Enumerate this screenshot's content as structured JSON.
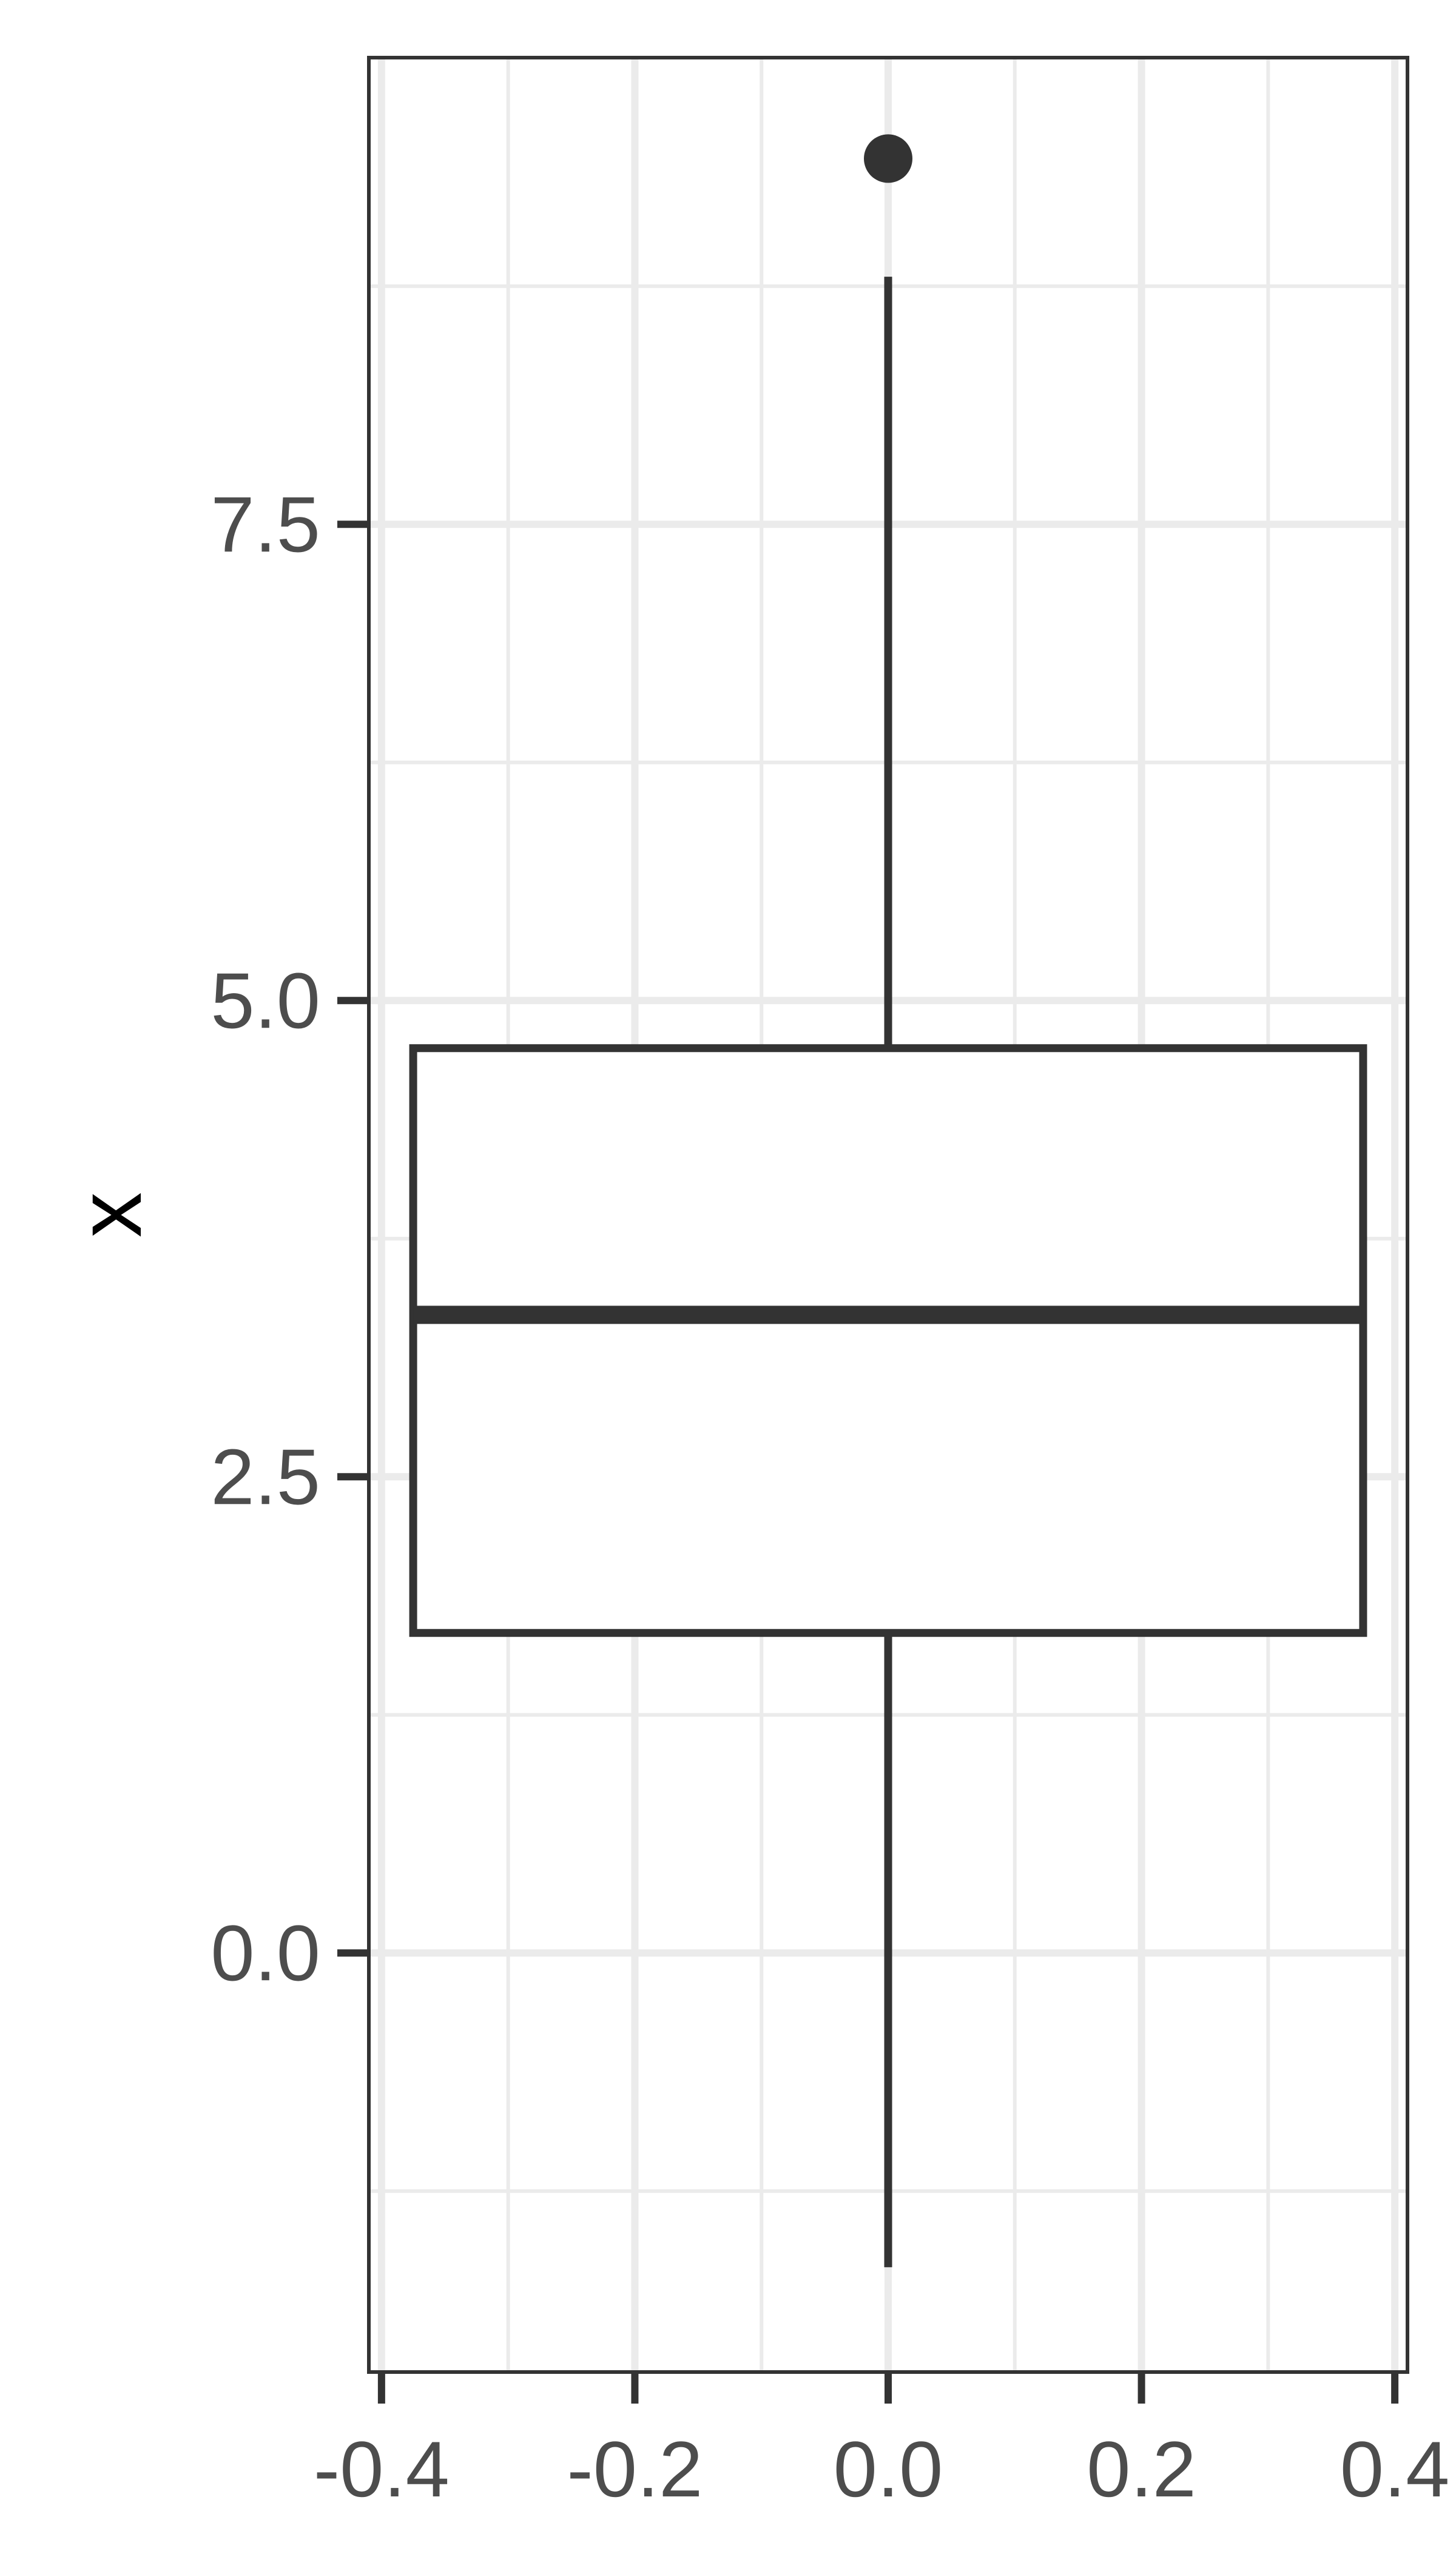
{
  "chart_data": {
    "type": "boxplot",
    "title": "",
    "xlabel": "",
    "ylabel": "x",
    "xlim": [
      -0.41,
      0.41
    ],
    "ylim": [
      -2.2,
      9.95
    ],
    "x_ticks": [
      -0.4,
      -0.2,
      0.0,
      0.2,
      0.4
    ],
    "x_tick_labels": [
      "-0.4",
      "-0.2",
      "0.0",
      "0.2",
      "0.4"
    ],
    "x_minor_ticks": [
      -0.3,
      -0.1,
      0.1,
      0.3
    ],
    "y_ticks": [
      0.0,
      2.5,
      5.0,
      7.5
    ],
    "y_tick_labels": [
      "0.0",
      "2.5",
      "5.0",
      "7.5"
    ],
    "y_minor_ticks": [
      -1.25,
      1.25,
      3.75,
      6.25,
      8.75
    ],
    "grid": true,
    "box": {
      "x_center": 0.0,
      "x_left": -0.375,
      "x_right": 0.375,
      "lower_whisker": -1.65,
      "q1": 1.68,
      "median": 3.35,
      "q3": 4.75,
      "upper_whisker": 8.8,
      "outliers": [
        9.42
      ]
    },
    "colors": {
      "box_stroke": "#333333",
      "box_fill": "#ffffff",
      "grid_major": "#ebebeb",
      "grid_minor": "#ebebeb",
      "axis": "#333333",
      "tick_label": "#4d4d4d",
      "axis_title": "#000000"
    }
  }
}
